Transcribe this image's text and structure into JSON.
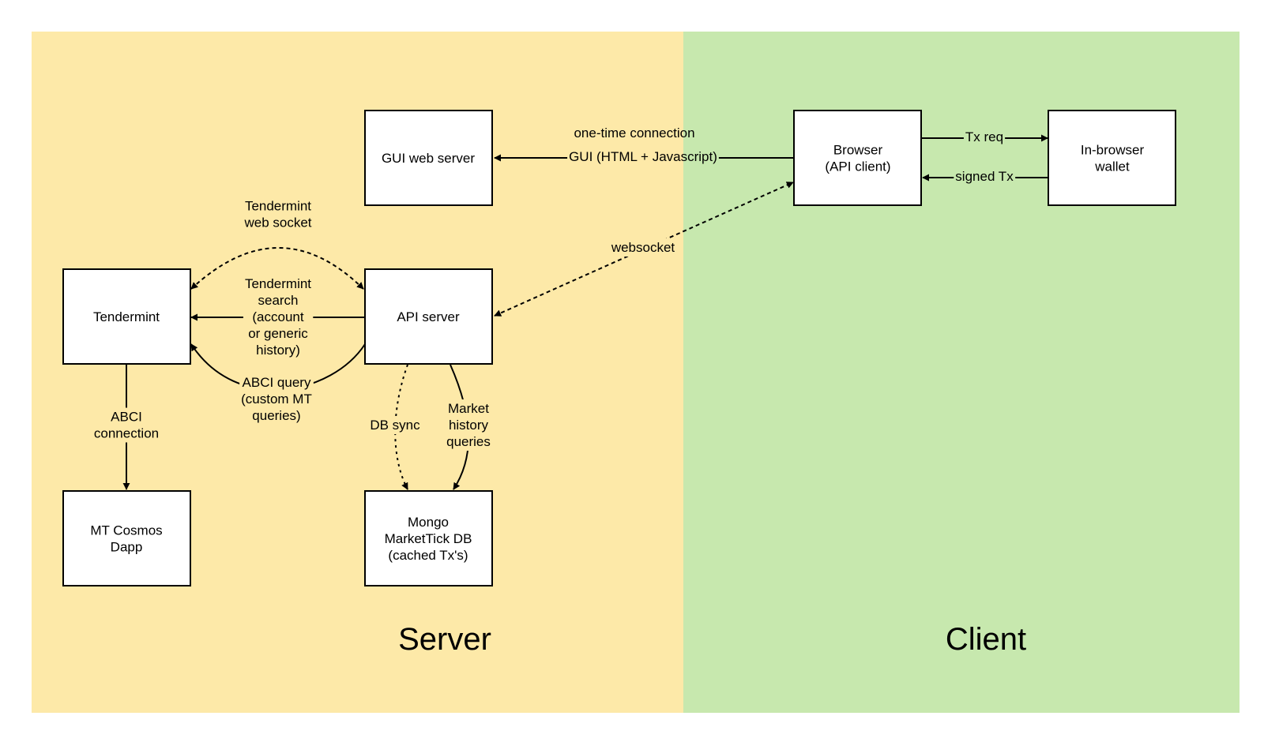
{
  "colors": {
    "server_zone": "#fde9a8",
    "client_zone": "#c7e8ae",
    "line": "#000000",
    "box_fill": "#ffffff"
  },
  "zones": {
    "server": "Server",
    "client": "Client"
  },
  "nodes": {
    "gui_web_server": [
      "GUI web server"
    ],
    "tendermint": [
      "Tendermint"
    ],
    "api_server": [
      "API server"
    ],
    "mt_cosmos_dapp": [
      "MT Cosmos",
      "Dapp"
    ],
    "mongo_db": [
      "Mongo",
      "MarketTick DB",
      "(cached Tx's)"
    ],
    "browser": [
      "Browser",
      "(API client)"
    ],
    "wallet": [
      "In-browser",
      "wallet"
    ]
  },
  "edges": {
    "one_time_connection": [
      "one-time connection"
    ],
    "gui_html_js": [
      "GUI (HTML + Javascript)"
    ],
    "tx_req": [
      "Tx req"
    ],
    "signed_tx": [
      "signed Tx"
    ],
    "tendermint_web_socket": [
      "Tendermint",
      "web socket"
    ],
    "tendermint_search": [
      "Tendermint",
      "search",
      "(account",
      "or generic",
      "history)"
    ],
    "abci_query": [
      "ABCI query",
      "(custom MT",
      "queries)"
    ],
    "websocket": [
      "websocket"
    ],
    "abci_connection": [
      "ABCI",
      "connection"
    ],
    "db_sync": [
      "DB sync"
    ],
    "market_history": [
      "Market",
      "history",
      "queries"
    ]
  }
}
